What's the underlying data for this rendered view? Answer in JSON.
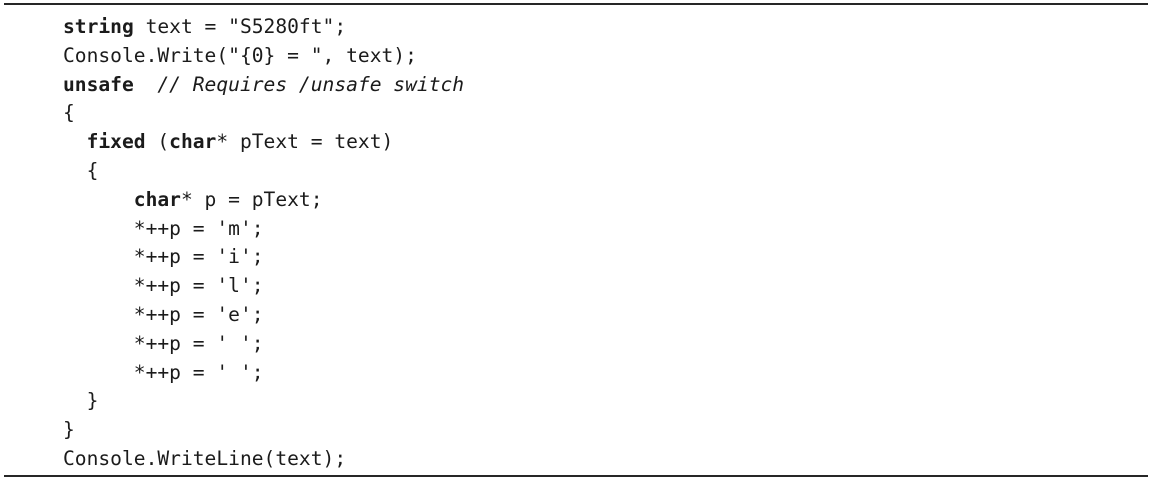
{
  "listing": {
    "language": "csharp",
    "colors": {
      "text": "#1b1b1b",
      "rule": "#262626",
      "background": "#ffffff"
    },
    "lines": [
      [
        {
          "t": "string",
          "s": "kw"
        },
        {
          "t": " text = \"S5280ft\";",
          "s": "plain"
        }
      ],
      [
        {
          "t": "Console.Write(\"{0} = \", text);",
          "s": "plain"
        }
      ],
      [
        {
          "t": "unsafe",
          "s": "kw"
        },
        {
          "t": "  ",
          "s": "plain"
        },
        {
          "t": "// Requires /unsafe switch",
          "s": "comment"
        }
      ],
      [
        {
          "t": "{",
          "s": "plain"
        }
      ],
      [
        {
          "t": "  ",
          "s": "plain"
        },
        {
          "t": "fixed",
          "s": "kw"
        },
        {
          "t": " (",
          "s": "plain"
        },
        {
          "t": "char",
          "s": "kw"
        },
        {
          "t": "* pText = text)",
          "s": "plain"
        }
      ],
      [
        {
          "t": "  {",
          "s": "plain"
        }
      ],
      [
        {
          "t": "      ",
          "s": "plain"
        },
        {
          "t": "char",
          "s": "kw"
        },
        {
          "t": "* p = pText;",
          "s": "plain"
        }
      ],
      [
        {
          "t": "      *++p = 'm';",
          "s": "plain"
        }
      ],
      [
        {
          "t": "      *++p = 'i';",
          "s": "plain"
        }
      ],
      [
        {
          "t": "      *++p = 'l';",
          "s": "plain"
        }
      ],
      [
        {
          "t": "      *++p = 'e';",
          "s": "plain"
        }
      ],
      [
        {
          "t": "      *++p = ' ';",
          "s": "plain"
        }
      ],
      [
        {
          "t": "      *++p = ' ';",
          "s": "plain"
        }
      ],
      [
        {
          "t": "  }",
          "s": "plain"
        }
      ],
      [
        {
          "t": "}",
          "s": "plain"
        }
      ],
      [
        {
          "t": "Console.WriteLine(text);",
          "s": "plain"
        }
      ]
    ]
  }
}
